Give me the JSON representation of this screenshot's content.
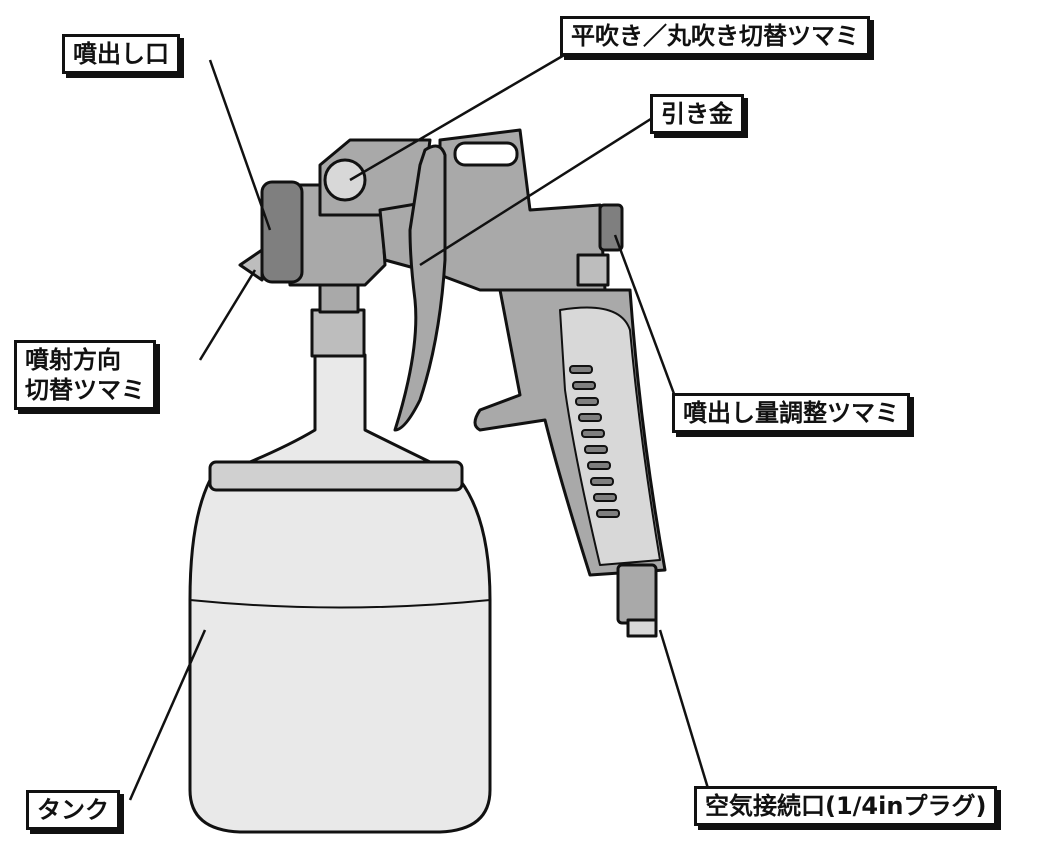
{
  "labels": {
    "nozzle": "噴出し口",
    "pattern_knob": "平吹き／丸吹き切替ツマミ",
    "trigger": "引き金",
    "direction_knob_1": "噴射方向",
    "direction_knob_2": "切替ツマミ",
    "flow_knob": "噴出し量調整ツマミ",
    "tank": "タンク",
    "air_inlet": "空気接続口(1/4inプラグ)"
  },
  "colors": {
    "outline": "#111111",
    "body_gray": "#a9a9a9",
    "dark_gray": "#7f7f7f",
    "light_gray": "#d8d8d8",
    "tank_fill": "#e9e9e9"
  }
}
